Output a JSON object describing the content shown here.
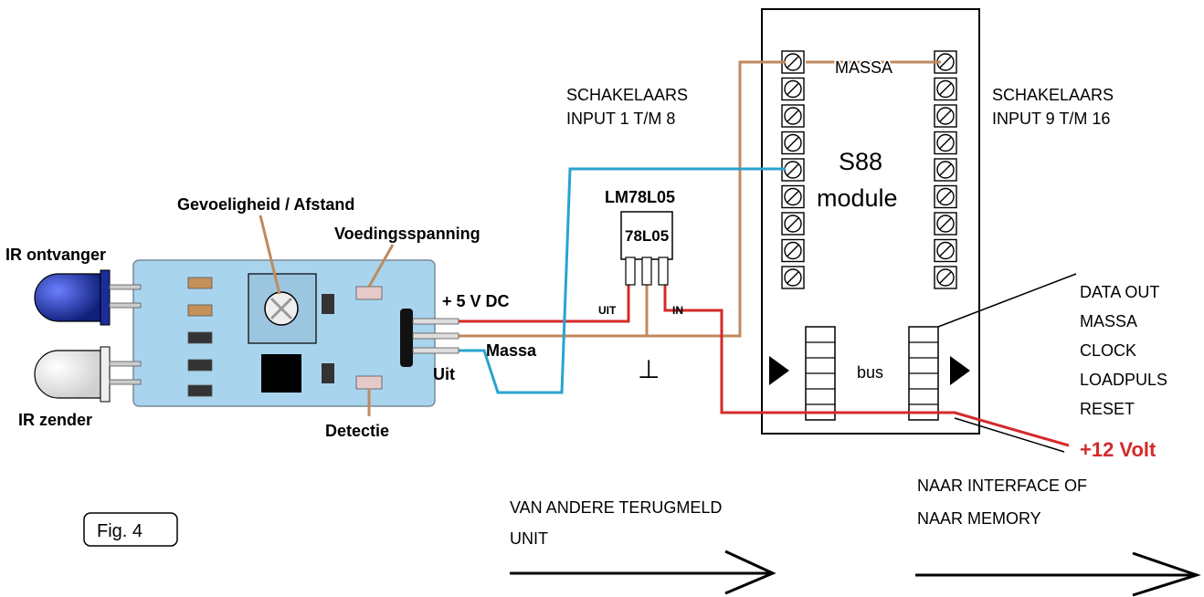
{
  "labels": {
    "ir_receiver": "IR ontvanger",
    "ir_emitter": "IR zender",
    "sensitivity": "Gevoeligheid / Afstand",
    "supply_voltage": "Voedingsspanning",
    "detection": "Detectie",
    "plus5vdc": "+ 5 V DC",
    "massa_wire": "Massa",
    "uit_pin": "Uit",
    "lm_title": "LM78L05",
    "reg_marking": "78L05",
    "reg_uit": "UIT",
    "reg_in": "IN",
    "ground_symbol": "⊥",
    "switches_left_line1": "SCHAKELAARS",
    "switches_left_line2": "INPUT  1 T/M 8",
    "switches_right_line1": "SCHAKELAARS",
    "switches_right_line2": "INPUT 9 T/M 16",
    "massa_top": "MASSA",
    "s88_line1": "S88",
    "s88_line2": "module",
    "bus": "bus",
    "bus_signals": [
      "DATA OUT",
      "MASSA",
      "CLOCK",
      "LOADPULS",
      "RESET"
    ],
    "plus12v": "+12 Volt",
    "to_interface_line1": "NAAR INTERFACE OF",
    "to_interface_line2": "NAAR MEMORY",
    "from_other_line1": "VAN ANDERE TERUGMELD",
    "from_other_line2": "UNIT",
    "fig": "Fig. 4"
  },
  "colors": {
    "wire_red": "#d42a2a",
    "wire_brown": "#c08a5e",
    "wire_blue": "#2aa3cf",
    "board": "#a9d4ee",
    "led_blue": "#1a2d9a",
    "plus12v_text": "#d42a2a"
  },
  "icons": {
    "terminal": "screw-terminal-icon",
    "ground": "ground-symbol",
    "arrow": "arrow-right-icon"
  }
}
